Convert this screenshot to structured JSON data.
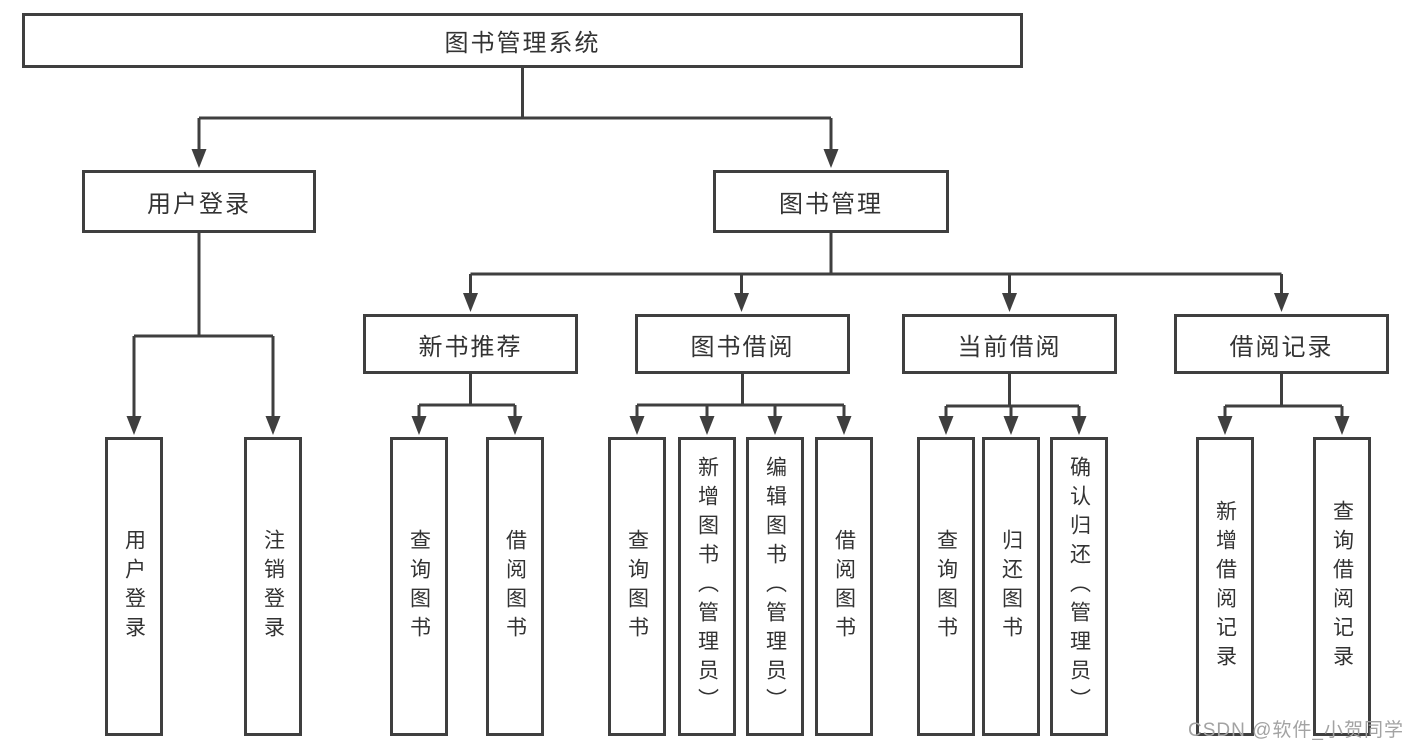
{
  "diagram": {
    "type": "hierarchy-tree",
    "watermark": "CSDN @软件_小贺同学",
    "colors": {
      "line": "#3f3f3f",
      "border": "#3f3f3f",
      "text": "#333333",
      "background": "#ffffff",
      "watermark_text": "#a3a3a3"
    },
    "tree": {
      "label": "图书管理系统",
      "children": [
        {
          "label": "用户登录",
          "children": [
            {
              "label": "用户登录"
            },
            {
              "label": "注销登录"
            }
          ]
        },
        {
          "label": "图书管理",
          "children": [
            {
              "label": "新书推荐",
              "children": [
                {
                  "label": "查询图书"
                },
                {
                  "label": "借阅图书"
                }
              ]
            },
            {
              "label": "图书借阅",
              "children": [
                {
                  "label": "查询图书"
                },
                {
                  "label": "新增图书（管理员）"
                },
                {
                  "label": "编辑图书（管理员）"
                },
                {
                  "label": "借阅图书"
                }
              ]
            },
            {
              "label": "当前借阅",
              "children": [
                {
                  "label": "查询图书"
                },
                {
                  "label": "归还图书"
                },
                {
                  "label": "确认归还（管理员）"
                }
              ]
            },
            {
              "label": "借阅记录",
              "children": [
                {
                  "label": "新增借阅记录"
                },
                {
                  "label": "查询借阅记录"
                }
              ]
            }
          ]
        }
      ]
    }
  }
}
